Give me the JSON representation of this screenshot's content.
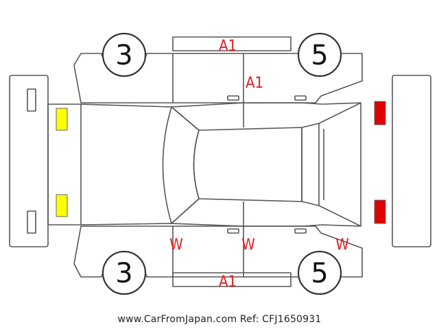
{
  "tire_markers": {
    "front_top": "3",
    "rear_top": "5",
    "front_bottom": "3",
    "rear_bottom": "5"
  },
  "damage_marks": {
    "top_side": "A1",
    "rear_door_top": "A1",
    "bottom_side": "A1",
    "front_door_bottom": "W",
    "rear_door_bottom": "W",
    "rear_quarter_bottom": "W"
  },
  "footer": {
    "text": "www.CarFromJapan.com Ref: CFJ1650931"
  },
  "colors": {
    "outline": "#555555",
    "tire_circle": "#333333",
    "mark_red": "#e01e1e",
    "headlight_yellow": "#ffff00",
    "taillight_red": "#e00000"
  }
}
